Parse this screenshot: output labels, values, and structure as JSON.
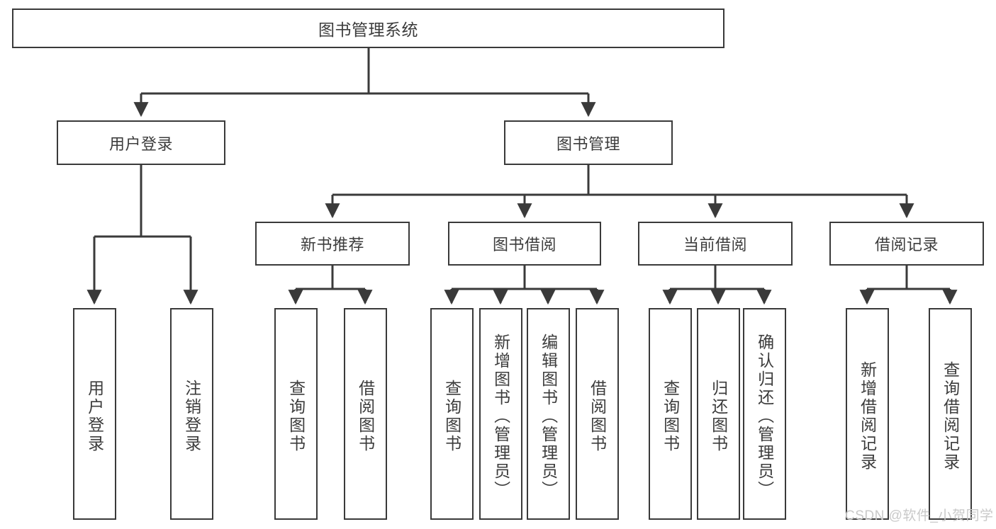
{
  "diagram": {
    "title": "图书管理系统",
    "type": "tree-hierarchy",
    "style": {
      "box_border_color": "#3a3a3a",
      "box_fill_color": "#ffffff",
      "text_color": "#3c3c3c",
      "line_color": "#3a3a3a",
      "background": "#ffffff"
    },
    "root": {
      "label": "图书管理系统"
    },
    "level1": [
      {
        "label": "用户登录"
      },
      {
        "label": "图书管理"
      }
    ],
    "level2": [
      {
        "label": "新书推荐"
      },
      {
        "label": "图书借阅"
      },
      {
        "label": "当前借阅"
      },
      {
        "label": "借阅记录"
      }
    ],
    "leaves": {
      "user_login": [
        {
          "label": "用户登录"
        },
        {
          "label": "注销登录"
        }
      ],
      "new_book_recommend": [
        {
          "label": "查询图书"
        },
        {
          "label": "借阅图书"
        }
      ],
      "book_borrow": [
        {
          "label": "查询图书"
        },
        {
          "label": "新增图书（管理员）"
        },
        {
          "label": "编辑图书（管理员）"
        },
        {
          "label": "借阅图书"
        }
      ],
      "current_borrow": [
        {
          "label": "查询图书"
        },
        {
          "label": "归还图书"
        },
        {
          "label": "确认归还（管理员）"
        }
      ],
      "borrow_record": [
        {
          "label": "新增借阅记录"
        },
        {
          "label": "查询借阅记录"
        }
      ]
    }
  },
  "watermark": {
    "text": "CSDN @软件_小贺同学"
  }
}
